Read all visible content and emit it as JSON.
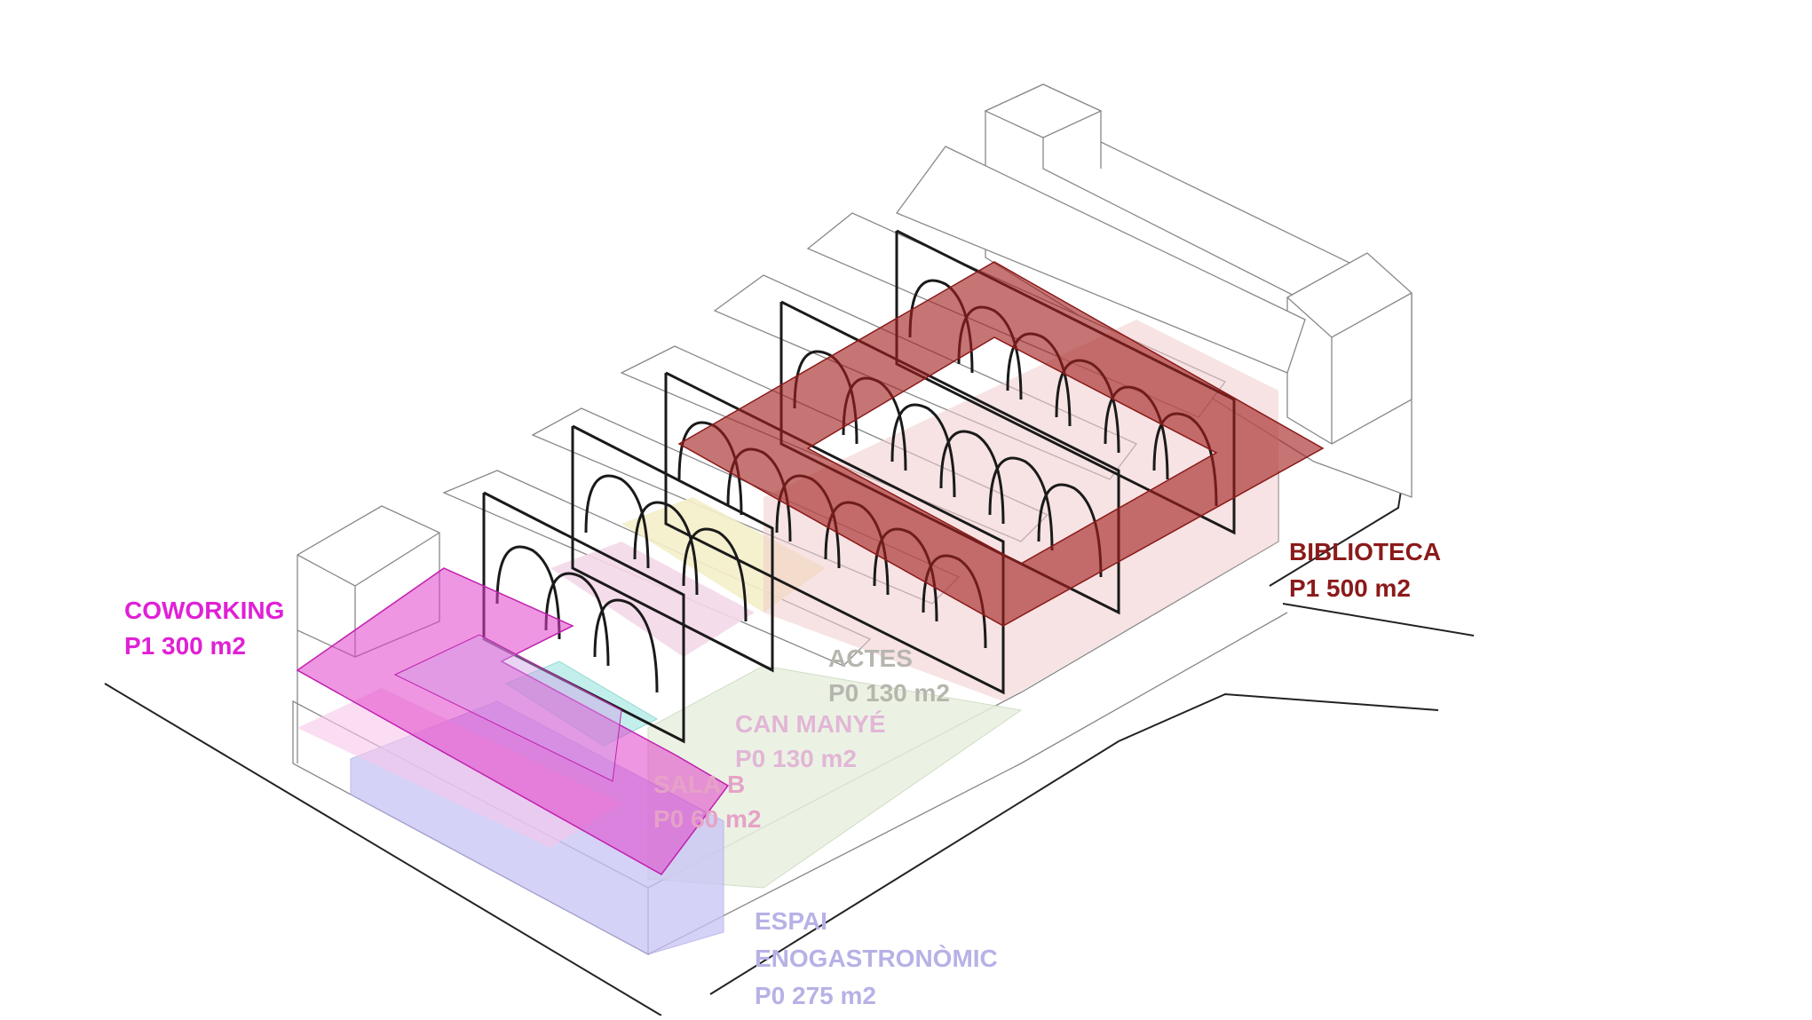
{
  "labels": {
    "coworking": {
      "name": "COWORKING",
      "area": "P1 300 m2",
      "color": "#e020d6"
    },
    "biblioteca": {
      "name": "BIBLIOTECA",
      "area": "P1  500 m2",
      "color": "#8b1a1a"
    },
    "actes": {
      "name": "ACTES",
      "area": "P0 130 m2",
      "color": "#b6b6ae"
    },
    "can_manye": {
      "name": "CAN MANYÉ",
      "area": "P0 130 m2",
      "color": "#e2b6d6"
    },
    "sala_b": {
      "name": "SALA B",
      "area": "P0 60 m2",
      "color": "#e6a2c6"
    },
    "espai": {
      "name_line1": "ESPAI",
      "name_line2": "ENOGASTRONÒMIC",
      "area": "P0 275 m2",
      "color": "#b6b2e6"
    }
  },
  "zone_colors": {
    "biblioteca_fill": "#a32020",
    "coworking_fill": "#e040c8",
    "espai_fill": "#c8c4f6",
    "actes_fill": "#f4eec8",
    "can_manye_fill": "#f4d8e8",
    "sala_b_fill": "#bfeeea",
    "ground_fill": "#e8f0e0",
    "arch_stroke": "#1a1a1a",
    "context_stroke": "#7a7a7a"
  }
}
